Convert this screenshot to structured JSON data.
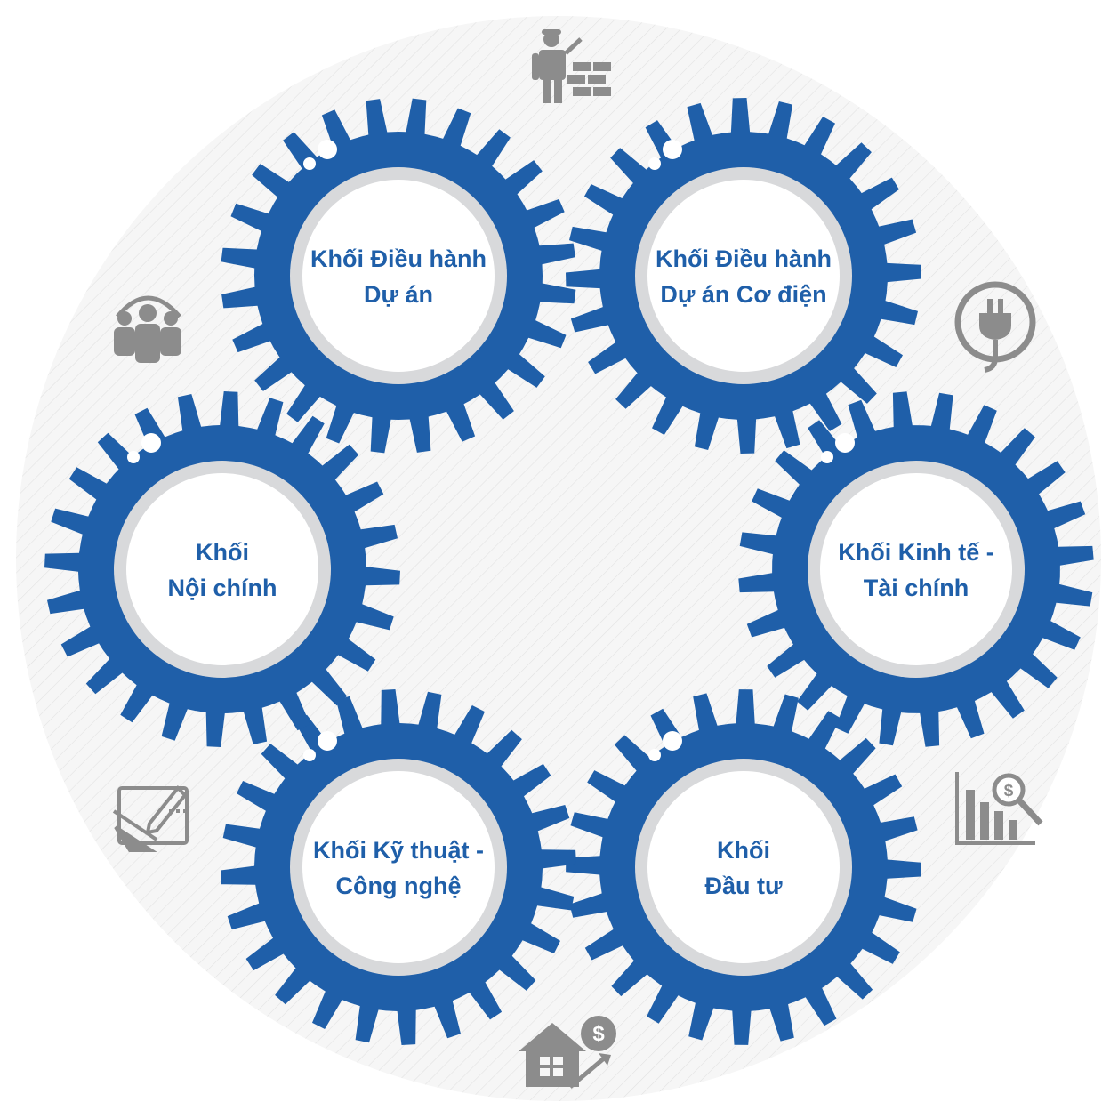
{
  "colors": {
    "gear": "#1f5fa9",
    "gear_ring": "#d8d9db",
    "gear_center": "#ffffff",
    "label": "#1f5fa9",
    "icon": "#8c8c8c",
    "background_circle": "#f4f4f4",
    "hatch": "#e2e2e2"
  },
  "gears": [
    {
      "id": "project-operations",
      "lines": [
        "Khối Điều hành",
        "Dự án"
      ]
    },
    {
      "id": "mep-project-operations",
      "lines": [
        "Khối Điều hành",
        "Dự án Cơ điện"
      ]
    },
    {
      "id": "economics-finance",
      "lines": [
        "Khối Kinh tế -",
        "Tài chính"
      ]
    },
    {
      "id": "investment",
      "lines": [
        "Khối",
        "Đầu tư"
      ]
    },
    {
      "id": "engineering-technology",
      "lines": [
        "Khối Kỹ thuật -",
        "Công nghệ"
      ]
    },
    {
      "id": "internal-affairs",
      "lines": [
        "Khối",
        "Nội chính"
      ]
    }
  ],
  "icons": [
    {
      "name": "construction-worker-icon"
    },
    {
      "name": "electric-plug-icon"
    },
    {
      "name": "financial-analysis-icon"
    },
    {
      "name": "real-estate-investment-icon"
    },
    {
      "name": "design-drafting-icon"
    },
    {
      "name": "team-meeting-icon"
    }
  ]
}
